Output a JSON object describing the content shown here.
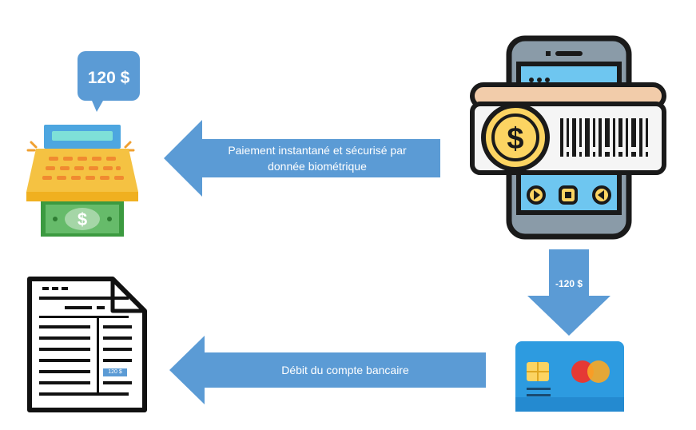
{
  "register": {
    "amount_bubble": "120 $"
  },
  "arrow_top": {
    "label_line1": "Paiement instantané et sécurisé par",
    "label_line2": "donnée biométrique"
  },
  "arrow_down": {
    "label": "-120 $"
  },
  "arrow_bottom": {
    "label": "Débit du compte bancaire"
  },
  "receipt": {
    "amount_tag": "120 $"
  },
  "colors": {
    "arrow_blue": "#5b9bd5",
    "bubble_blue": "#5b9bd5",
    "register_yellow": "#f5c242",
    "money_green": "#4caf50",
    "phone_screen": "#6ec6f0",
    "coin_yellow": "#fcd462",
    "card_blue": "#2d9be0"
  }
}
